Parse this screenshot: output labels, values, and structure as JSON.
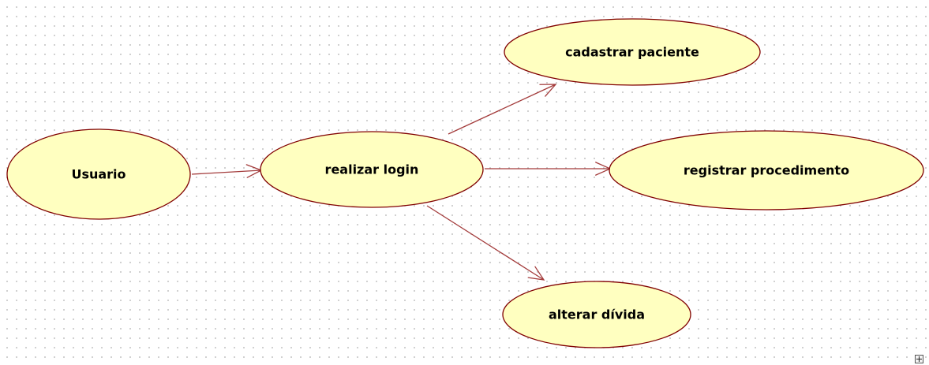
{
  "diagram": {
    "type": "use-case",
    "colors": {
      "node_fill": "#ffffc0",
      "node_stroke": "#800000",
      "edge": "#a33b3b",
      "text": "#000000",
      "grid_dot": "#c4c4c4"
    },
    "nodes": [
      {
        "id": "usuario",
        "label": "Usuario"
      },
      {
        "id": "realizar-login",
        "label": "realizar login"
      },
      {
        "id": "cadastrar-paciente",
        "label": "cadastrar paciente"
      },
      {
        "id": "registrar-procedimento",
        "label": "registrar procedimento"
      },
      {
        "id": "alterar-divida",
        "label": "alterar dívida"
      }
    ],
    "edges": [
      {
        "from": "usuario",
        "to": "realizar-login"
      },
      {
        "from": "realizar-login",
        "to": "cadastrar-paciente"
      },
      {
        "from": "realizar-login",
        "to": "registrar-procedimento"
      },
      {
        "from": "realizar-login",
        "to": "alterar-divida"
      }
    ]
  },
  "canvas": {
    "resize_handle_icon": "move-icon"
  }
}
